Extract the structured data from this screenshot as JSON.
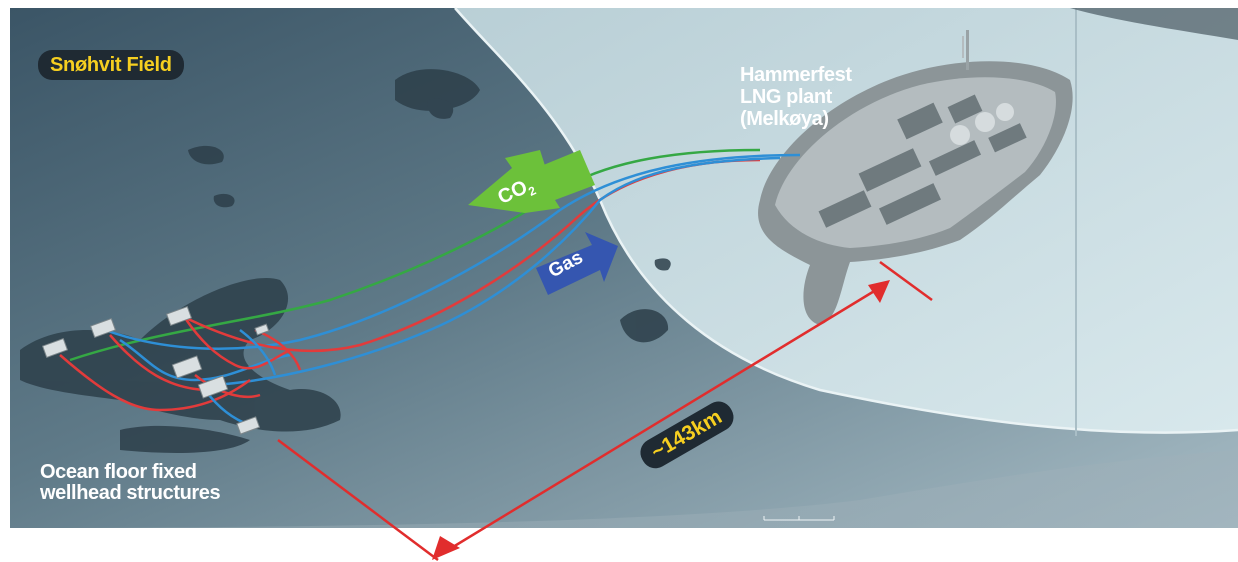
{
  "field_badge": "Snøhvit Field",
  "plant_label": {
    "line1": "Hammerfest",
    "line2": "LNG plant",
    "line3": "(Melkøya)"
  },
  "wellhead_label": {
    "line1": "Ocean floor fixed",
    "line2": "wellhead structures"
  },
  "arrows": {
    "co2": "CO",
    "co2_subscript": "2",
    "gas": "Gas"
  },
  "distance": "~143km",
  "colors": {
    "sea_dark": "#3f5a6a",
    "sea_mid": "#6f8a97",
    "land_light": "#c9dde2",
    "pipe_green": "#35a844",
    "pipe_red": "#e23b3b",
    "pipe_blue": "#2e8fd6",
    "co2_arrow": "#6cc13a",
    "gas_arrow": "#3556b0",
    "measure_line": "#e12d2d",
    "badge_bg": "#1f2a33",
    "badge_text": "#f6cf20"
  }
}
